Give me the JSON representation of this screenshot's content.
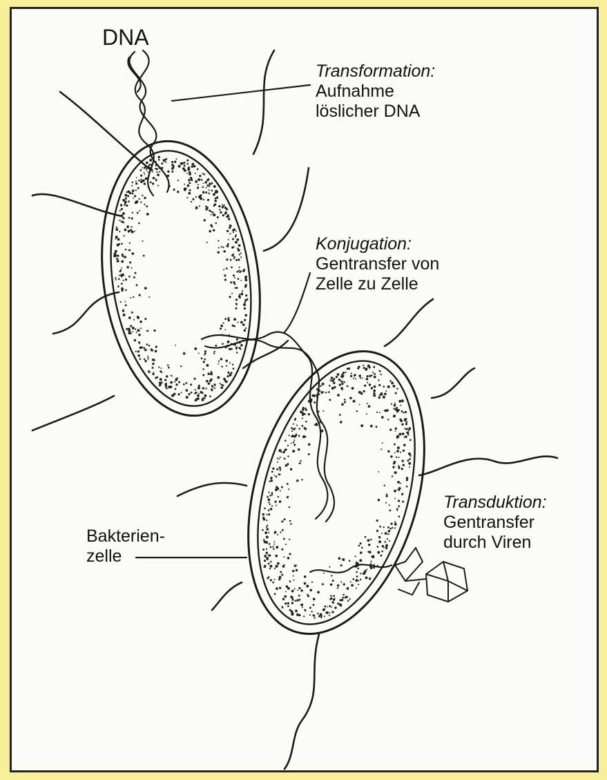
{
  "labels": {
    "dna": "DNA",
    "transformation": {
      "title": "Transformation:",
      "line1": "Aufnahme",
      "line2": "löslicher DNA"
    },
    "konjugation": {
      "title": "Konjugation:",
      "line1": "Gentransfer von",
      "line2": "Zelle zu Zelle"
    },
    "bakterienzelle": {
      "line1": "Bakterien-",
      "line2": "zelle"
    },
    "transduktion": {
      "title": "Transduktion:",
      "line1": "Gentransfer",
      "line2": "durch Viren"
    }
  },
  "colors": {
    "background": "#f7ef9a",
    "panel": "#fbfbf8",
    "ink": "#111111"
  }
}
